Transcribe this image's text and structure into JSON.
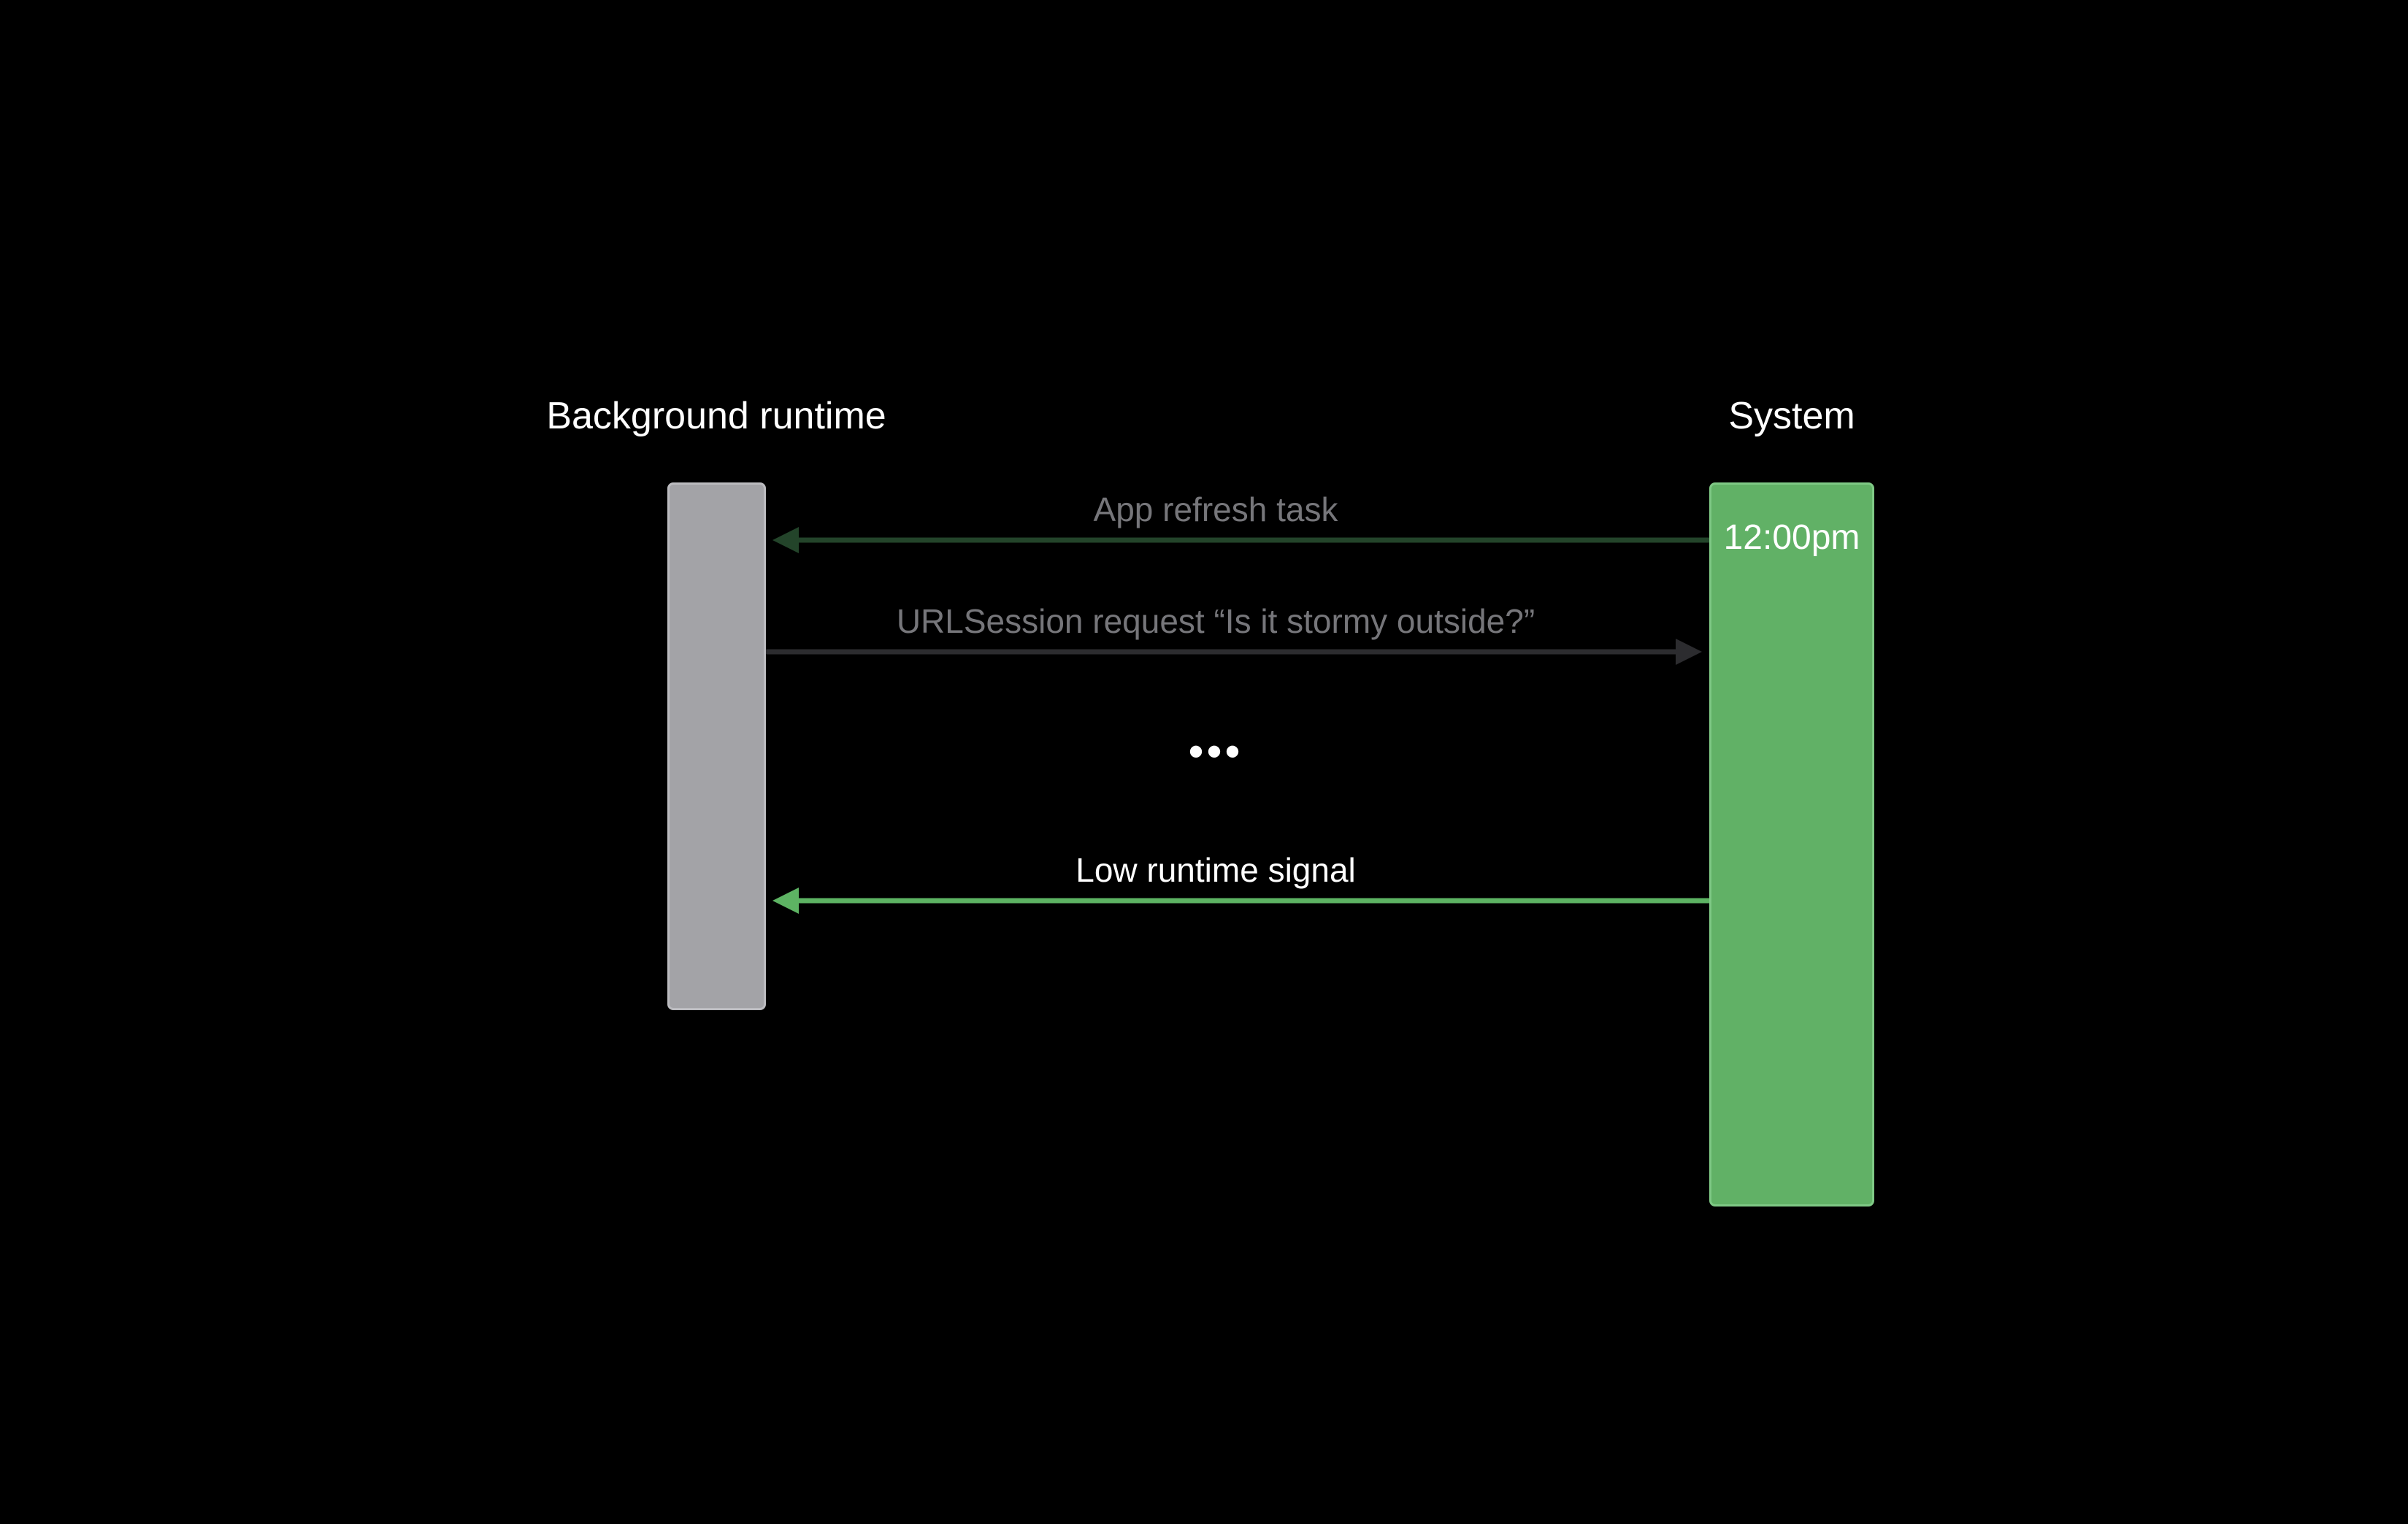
{
  "lanes": {
    "left_title": "Background runtime",
    "right_title": "System"
  },
  "system_time": "12:00pm",
  "messages": [
    {
      "label": "App refresh task",
      "direction": "system-to-app",
      "emphasis": "dim",
      "color": "#23442a"
    },
    {
      "label": "URLSession request “Is it stormy outside?”",
      "direction": "app-to-system",
      "emphasis": "dim",
      "color": "#2c2c2f"
    },
    {
      "label": "Low runtime signal",
      "direction": "system-to-app",
      "emphasis": "bright",
      "color": "#5db363"
    }
  ],
  "ellipsis": "•••",
  "colors": {
    "background": "#000000",
    "app_bar": "#a3a3a7",
    "system_bar": "#61b166"
  }
}
